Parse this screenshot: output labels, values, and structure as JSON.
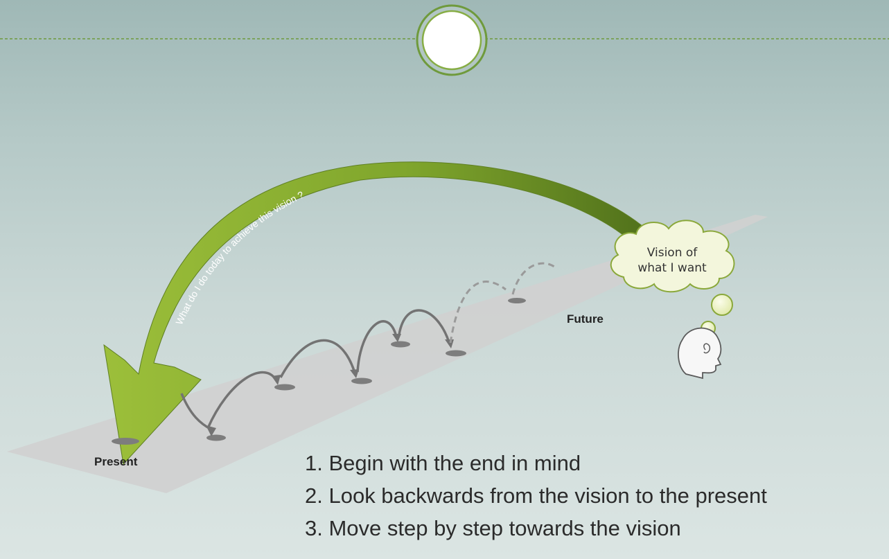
{
  "diagram": {
    "arrow_caption": "What do I do today to achieve this vision ?",
    "cloud_line1": "Vision of",
    "cloud_line2": "what I want",
    "label_present": "Present",
    "label_future": "Future"
  },
  "steps": [
    {
      "label": "1. Begin with the end in mind"
    },
    {
      "label": "2. Look backwards from the vision to the present"
    },
    {
      "label": "3. Move step by step towards the vision"
    }
  ],
  "colors": {
    "background_top": "#9fb8b6",
    "background_bottom": "#dbe5e3",
    "arrow_green": "#8fb034",
    "arrow_dark_green": "#587a1e",
    "path_gray": "#cfcfcf",
    "cloud_fill": "#f3f6dc",
    "accent_green": "#7a9a3a"
  }
}
